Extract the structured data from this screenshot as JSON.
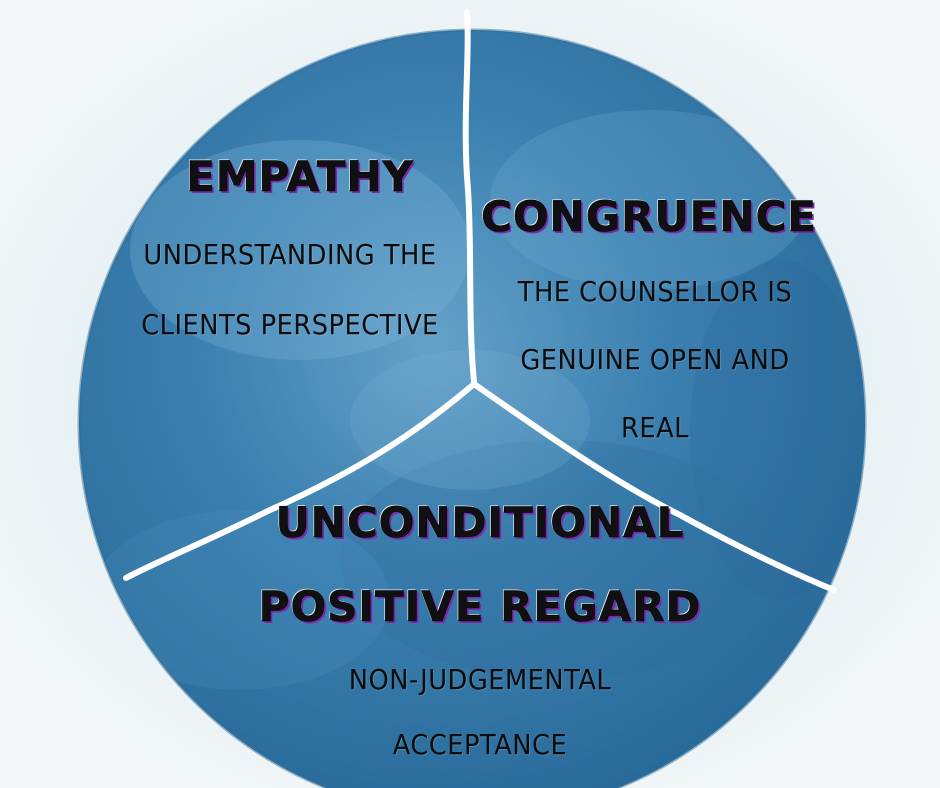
{
  "diagram": {
    "segments": [
      {
        "title": "EMPATHY",
        "description_lines": [
          "UNDERSTANDING THE",
          "CLIENTS PERSPECTIVE"
        ]
      },
      {
        "title": "CONGRUENCE",
        "description_lines": [
          "THE COUNSELLOR IS",
          "GENUINE OPEN AND",
          "REAL"
        ]
      },
      {
        "title_lines": [
          "UNCONDITIONAL",
          "POSITIVE REGARD"
        ],
        "description_lines": [
          "NON-JUDGEMENTAL",
          "ACCEPTANCE"
        ]
      }
    ]
  },
  "colors": {
    "circle_fill": "#3f84b5",
    "circle_dark": "#27628f",
    "circle_light": "#8ec0de",
    "divider": "#ffffff",
    "background": "#f3f6f7",
    "text": "#0b0b0c",
    "text_shadow": "#7a2aa6"
  }
}
